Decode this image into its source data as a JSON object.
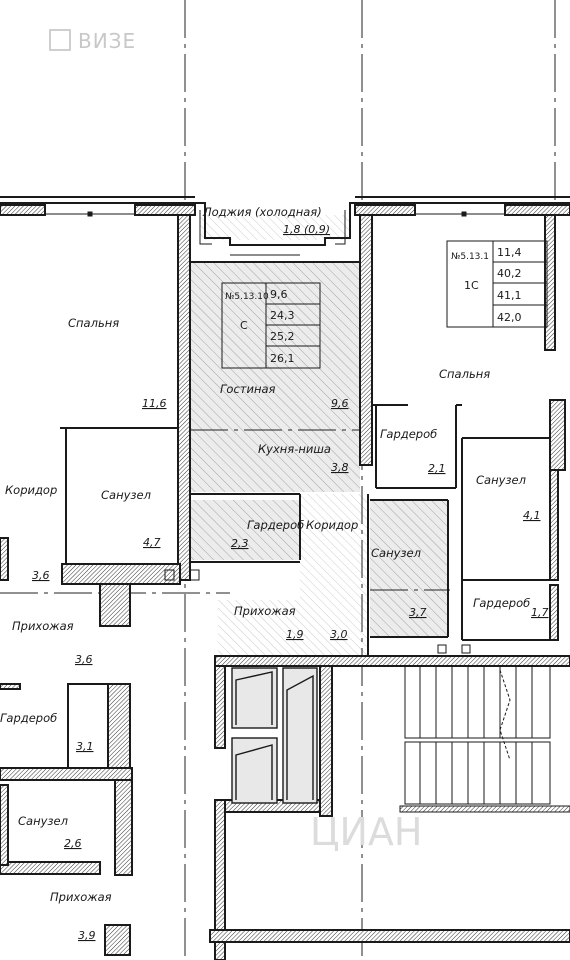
{
  "watermark": {
    "logo_text": "ВИЗЕ",
    "overlay_text": "ЦИАН"
  },
  "apartments": [
    {
      "id": "studio",
      "number": "№5.13.10",
      "type": "С",
      "areas": [
        "9,6",
        "24,3",
        "25,2",
        "26,1"
      ]
    },
    {
      "id": "one-room",
      "number": "№5.13.1",
      "type": "1С",
      "areas": [
        "11,4",
        "40,2",
        "41,1",
        "42,0"
      ]
    }
  ],
  "rooms": [
    {
      "id": "loggia",
      "label": "Лоджия (холодная)",
      "area": "1,8 (0,9)"
    },
    {
      "id": "bedroom-left",
      "label": "Спальня",
      "area": "11,6"
    },
    {
      "id": "corridor-left",
      "label": "Коридор",
      "area": "3,6"
    },
    {
      "id": "bathroom-left",
      "label": "Санузел",
      "area": "4,7"
    },
    {
      "id": "hall-left",
      "label": "Прихожая",
      "area": "3,6"
    },
    {
      "id": "wardrobe-left",
      "label": "Гардероб",
      "area": "3,1"
    },
    {
      "id": "bathroom-left-2",
      "label": "Санузел",
      "area": "2,6"
    },
    {
      "id": "hall-left-2",
      "label": "Прихожая",
      "area": "3,9"
    },
    {
      "id": "living",
      "label": "Гостиная",
      "area": "9,6"
    },
    {
      "id": "kitchen",
      "label": "Кухня-ниша",
      "area": "3,8"
    },
    {
      "id": "wardrobe-studio",
      "label": "Гардероб",
      "area": "2,3"
    },
    {
      "id": "corridor-studio",
      "label": "Коридор",
      "area": "3,0"
    },
    {
      "id": "hall-studio",
      "label": "Прихожая",
      "area": "1,9"
    },
    {
      "id": "bathroom-studio",
      "label": "Санузел",
      "area": "3,7"
    },
    {
      "id": "bedroom-right",
      "label": "Спальня",
      "area": ""
    },
    {
      "id": "wardrobe-right",
      "label": "Гардероб",
      "area": "2,1"
    },
    {
      "id": "bathroom-right",
      "label": "Санузел",
      "area": "4,1"
    },
    {
      "id": "wardrobe-right-2",
      "label": "Гардероб",
      "area": "1,7"
    }
  ],
  "colors": {
    "wall": "#1a1a1a",
    "hatch": "#9a9a9a",
    "dash": "#222222",
    "background": "#ffffff"
  }
}
